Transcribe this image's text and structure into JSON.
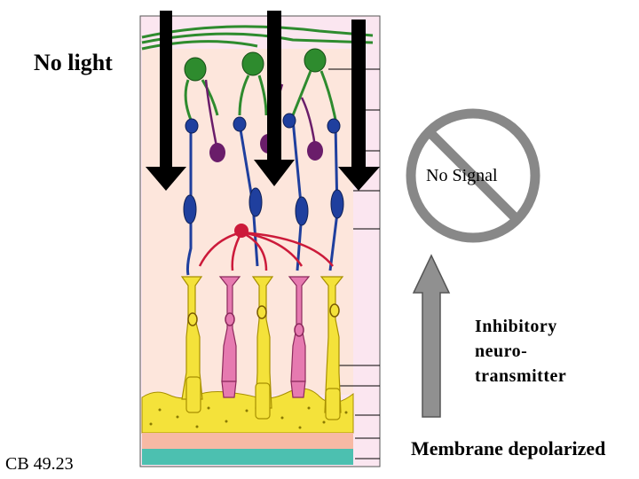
{
  "labels": {
    "no_light": "No light",
    "no_signal": "No Signal",
    "inhibitory": "Inhibitory\nneuro-\ntransmitter",
    "membrane": "Membrane depolarized",
    "figure_ref": "CB 49.23"
  },
  "colors": {
    "retina_bg": "#fbe6f0",
    "cell_zone": "#fde6dc",
    "ganglion": "#2e8b2e",
    "bipolar": "#1f3f9e",
    "amacrine": "#6a1d6a",
    "horizontal": "#cc1a3a",
    "rod": "#f4e23a",
    "cone": "#e67ab0",
    "epithelium_top": "#f4e23a",
    "epithelium_mid": "#f7b9a4",
    "epithelium_bottom": "#4cc0b0",
    "light_arrow": "#000000",
    "signal_arrow": "#909090",
    "no_sign": "#888888"
  }
}
